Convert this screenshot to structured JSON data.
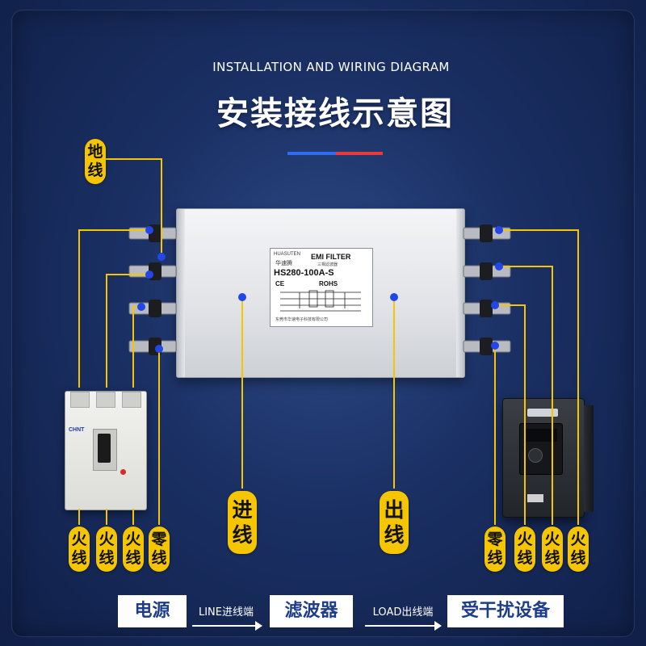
{
  "header": {
    "subtitle_en": "INSTALLATION AND WIRING DIAGRAM",
    "title_cn": "安装接线示意图"
  },
  "filter_label": {
    "brand": "HUASUTEN",
    "brand_cn": "华速腾",
    "product": "EMI FILTER",
    "product_cn": "三相滤波器",
    "model": "HS280-100A-S",
    "ce_mark": "CE",
    "rohs": "ROHS",
    "maker": "东莞市华速电子科技有限公司"
  },
  "breaker": {
    "brand": "CHNT"
  },
  "tags": {
    "ground": "地线",
    "left_live_1": "火线",
    "left_live_2": "火线",
    "left_live_3": "火线",
    "left_neutral": "零线",
    "line_in": "进线",
    "load_out": "出线",
    "right_neutral": "零线",
    "right_live_1": "火线",
    "right_live_2": "火线",
    "right_live_3": "火线"
  },
  "flow": {
    "source": "电源",
    "line_arrow": "LINE进线端",
    "filter": "滤波器",
    "load_arrow": "LOAD出线端",
    "device": "受干扰设备"
  },
  "colors": {
    "background": "#1a2f63",
    "tag_yellow": "#f5c500",
    "wire": "#f5c500",
    "dot": "#2346e8",
    "accent_blue": "#2f6cf2",
    "accent_red": "#e83a3a"
  }
}
